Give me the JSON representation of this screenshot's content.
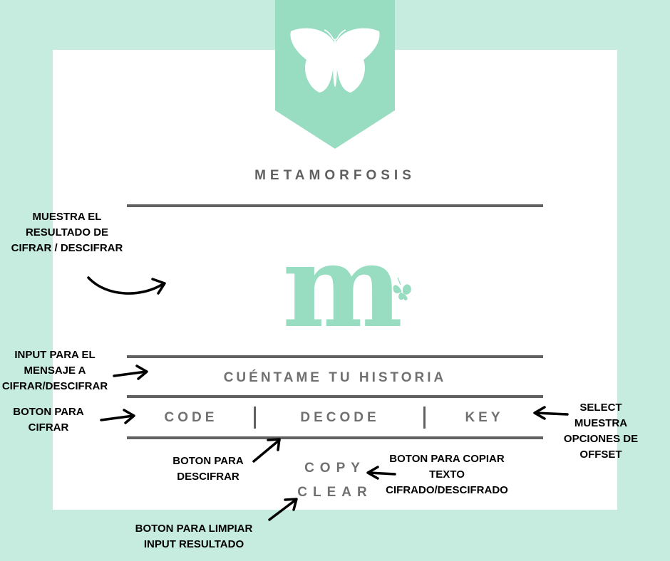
{
  "app": {
    "title": "METAMORFOSIS",
    "logo_letter": "m",
    "logo_alt": "butterfly-logo"
  },
  "colors": {
    "background": "#c6ecdf",
    "card": "#ffffff",
    "accent": "#98dcc1",
    "rule": "#616161",
    "text": "#707070"
  },
  "result": {
    "placeholder": ""
  },
  "message_input": {
    "placeholder": "CUÉNTAME TU HISTORIA"
  },
  "buttons": {
    "code": "CODE",
    "decode": "DECODE",
    "key": "KEY",
    "copy": "COPY",
    "clear": "CLEAR"
  },
  "annotations": {
    "result": [
      "MUESTRA EL",
      "RESULTADO DE",
      "CIFRAR / DESCIFRAR"
    ],
    "input": [
      "INPUT PARA EL",
      "MENSAJE A",
      "CIFRAR/DESCIFRAR"
    ],
    "code": [
      "BOTON PARA",
      "CIFRAR"
    ],
    "key": [
      "SELECT",
      "MUESTRA",
      "OPCIONES DE",
      "OFFSET"
    ],
    "decode": [
      "BOTON PARA",
      "DESCIFRAR"
    ],
    "copy": [
      "BOTON PARA COPIAR",
      "TEXTO",
      "CIFRADO/DESCIFRADO"
    ],
    "clear": [
      "BOTON PARA LIMPIAR",
      "INPUT RESULTADO"
    ]
  }
}
